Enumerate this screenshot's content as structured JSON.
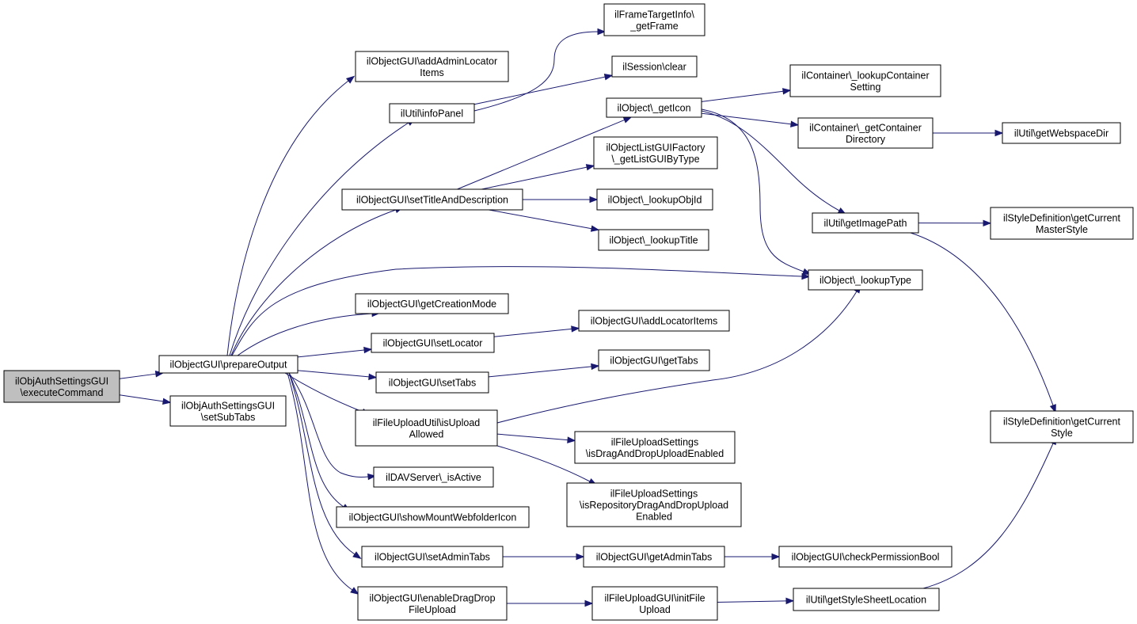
{
  "colors": {
    "edge": "#191970",
    "root_fill": "#bfbfbf",
    "node_fill": "#ffffff",
    "node_border": "#000000"
  },
  "nodes": {
    "root": [
      "ilObjAuthSettingsGUI",
      "\\executeCommand"
    ],
    "prepareOutput": [
      "ilObjectGUI\\prepareOutput"
    ],
    "setSubTabs": [
      "ilObjAuthSettingsGUI",
      "\\setSubTabs"
    ],
    "addAdminLocatorItems": [
      "ilObjectGUI\\addAdminLocator",
      "Items"
    ],
    "infoPanel": [
      "ilUtil\\infoPanel"
    ],
    "getFrame": [
      "ilFrameTargetInfo\\",
      "_getFrame"
    ],
    "sessionClear": [
      "ilSession\\clear"
    ],
    "getIcon": [
      "ilObject\\_getIcon"
    ],
    "lookupContainerSetting": [
      "ilContainer\\_lookupContainer",
      "Setting"
    ],
    "getContainerDirectory": [
      "ilContainer\\_getContainer",
      "Directory"
    ],
    "getWebspaceDir": [
      "ilUtil\\getWebspaceDir"
    ],
    "getListGUIByType": [
      "ilObjectListGUIFactory",
      "\\_getListGUIByType"
    ],
    "setTitleAndDescription": [
      "ilObjectGUI\\setTitleAndDescription"
    ],
    "lookupObjId": [
      "ilObject\\_lookupObjId"
    ],
    "lookupTitle": [
      "ilObject\\_lookupTitle"
    ],
    "getImagePath": [
      "ilUtil\\getImagePath"
    ],
    "getCurrentMasterStyle": [
      "ilStyleDefinition\\getCurrent",
      "MasterStyle"
    ],
    "lookupType": [
      "ilObject\\_lookupType"
    ],
    "getCreationMode": [
      "ilObjectGUI\\getCreationMode"
    ],
    "addLocatorItems": [
      "ilObjectGUI\\addLocatorItems"
    ],
    "setLocator": [
      "ilObjectGUI\\setLocator"
    ],
    "getTabs": [
      "ilObjectGUI\\getTabs"
    ],
    "setTabs": [
      "ilObjectGUI\\setTabs"
    ],
    "isUploadAllowed": [
      "ilFileUploadUtil\\isUpload",
      "Allowed"
    ],
    "isDragAndDropUploadEnabled": [
      "ilFileUploadSettings",
      "\\isDragAndDropUploadEnabled"
    ],
    "getCurrentStyle": [
      "ilStyleDefinition\\getCurrent",
      "Style"
    ],
    "isActive": [
      "ilDAVServer\\_isActive"
    ],
    "isRepositoryDragAndDropUploadEnabled": [
      "ilFileUploadSettings",
      "\\isRepositoryDragAndDropUpload",
      "Enabled"
    ],
    "showMountWebfolderIcon": [
      "ilObjectGUI\\showMountWebfolderIcon"
    ],
    "setAdminTabs": [
      "ilObjectGUI\\setAdminTabs"
    ],
    "getAdminTabs": [
      "ilObjectGUI\\getAdminTabs"
    ],
    "checkPermissionBool": [
      "ilObjectGUI\\checkPermissionBool"
    ],
    "enableDragDropFileUpload": [
      "ilObjectGUI\\enableDragDrop",
      "FileUpload"
    ],
    "initFileUpload": [
      "ilFileUploadGUI\\initFile",
      "Upload"
    ],
    "getStyleSheetLocation": [
      "ilUtil\\getStyleSheetLocation"
    ]
  },
  "edges": [
    [
      "root",
      "prepareOutput"
    ],
    [
      "root",
      "setSubTabs"
    ],
    [
      "prepareOutput",
      "addAdminLocatorItems"
    ],
    [
      "prepareOutput",
      "infoPanel"
    ],
    [
      "prepareOutput",
      "setTitleAndDescription"
    ],
    [
      "prepareOutput",
      "lookupType"
    ],
    [
      "prepareOutput",
      "getCreationMode"
    ],
    [
      "prepareOutput",
      "setLocator"
    ],
    [
      "prepareOutput",
      "setTabs"
    ],
    [
      "prepareOutput",
      "isUploadAllowed"
    ],
    [
      "prepareOutput",
      "isActive"
    ],
    [
      "prepareOutput",
      "showMountWebfolderIcon"
    ],
    [
      "prepareOutput",
      "setAdminTabs"
    ],
    [
      "prepareOutput",
      "enableDragDropFileUpload"
    ],
    [
      "infoPanel",
      "getFrame"
    ],
    [
      "infoPanel",
      "sessionClear"
    ],
    [
      "setTitleAndDescription",
      "getIcon"
    ],
    [
      "setTitleAndDescription",
      "getListGUIByType"
    ],
    [
      "setTitleAndDescription",
      "lookupObjId"
    ],
    [
      "setTitleAndDescription",
      "lookupTitle"
    ],
    [
      "getIcon",
      "lookupContainerSetting"
    ],
    [
      "getIcon",
      "getContainerDirectory"
    ],
    [
      "getIcon",
      "getImagePath"
    ],
    [
      "getIcon",
      "lookupType"
    ],
    [
      "getContainerDirectory",
      "getWebspaceDir"
    ],
    [
      "getImagePath",
      "getCurrentMasterStyle"
    ],
    [
      "getImagePath",
      "getCurrentStyle"
    ],
    [
      "setLocator",
      "addLocatorItems"
    ],
    [
      "setTabs",
      "getTabs"
    ],
    [
      "isUploadAllowed",
      "lookupType"
    ],
    [
      "isUploadAllowed",
      "isDragAndDropUploadEnabled"
    ],
    [
      "isUploadAllowed",
      "isRepositoryDragAndDropUploadEnabled"
    ],
    [
      "setAdminTabs",
      "getAdminTabs"
    ],
    [
      "getAdminTabs",
      "checkPermissionBool"
    ],
    [
      "enableDragDropFileUpload",
      "initFileUpload"
    ],
    [
      "initFileUpload",
      "getStyleSheetLocation"
    ],
    [
      "getStyleSheetLocation",
      "getCurrentStyle"
    ]
  ]
}
